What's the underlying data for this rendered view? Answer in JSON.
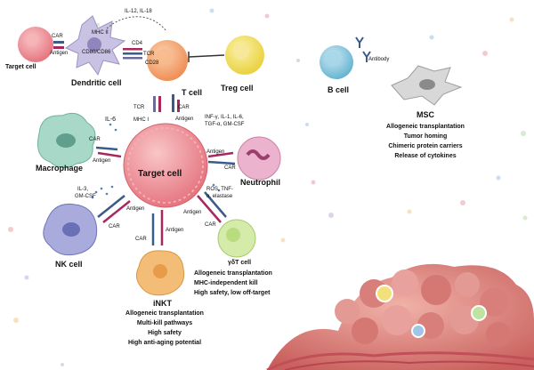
{
  "cells": {
    "target_small": "Target cell",
    "dendritic": "Dendritic cell",
    "t_cell": "T cell",
    "treg": "Treg cell",
    "b_cell": "B cell",
    "msc": "MSC",
    "macrophage": "Macrophage",
    "target_center": "Target cell",
    "neutrophil": "Neutrophil",
    "nk": "NK cell",
    "inkt": "iNKT",
    "gdt": "γδT cell"
  },
  "markers": {
    "car": "CAR",
    "antigen": "Antigen",
    "mhc_ii": "MHC II",
    "cd80_cd86": "CD80/CD86",
    "cd4": "CD4",
    "tcr": "TCR",
    "cd28": "CD28",
    "mhc_i": "MHC I",
    "antibody": "Antibody"
  },
  "cytokines": {
    "dc_t": "IL-12, IL-18",
    "il6": "IL-6",
    "t_cell_1": "INF-γ, IL-1, IL-6,",
    "t_cell_2": "TGF-α, GM-CSF",
    "neut_1": "ROS, TNF-",
    "neut_2": "α, elastase",
    "nk_1": "IL-3,",
    "nk_2": "GM-CSF"
  },
  "msc_features": [
    "Allogeneic transplantation",
    "Tumor homing",
    "Chimeric protein carriers",
    "Release of cytokines"
  ],
  "gdt_features": [
    "Allogeneic transplantation",
    "MHC-independent kill",
    "High safety, low off-target"
  ],
  "inkt_features": [
    "Allogeneic transplantation",
    "Multi-kill pathways",
    "High safety",
    "High anti-aging potential"
  ],
  "colors": {
    "target": "#ef8f96",
    "t_cell": "#f4a772",
    "treg": "#f2dd5e",
    "dendritic": "#bdb6d8",
    "macrophage": "#9fd1c0",
    "neutrophil": "#e7a6c6",
    "nk": "#9a9ed6",
    "inkt": "#f3b66a",
    "gdt": "#cfe79e",
    "b_cell": "#84c4dc",
    "msc": "#c9c9c9",
    "car": "#3a5b8c",
    "antigen": "#a7285c",
    "tumor": "#d9827e"
  }
}
